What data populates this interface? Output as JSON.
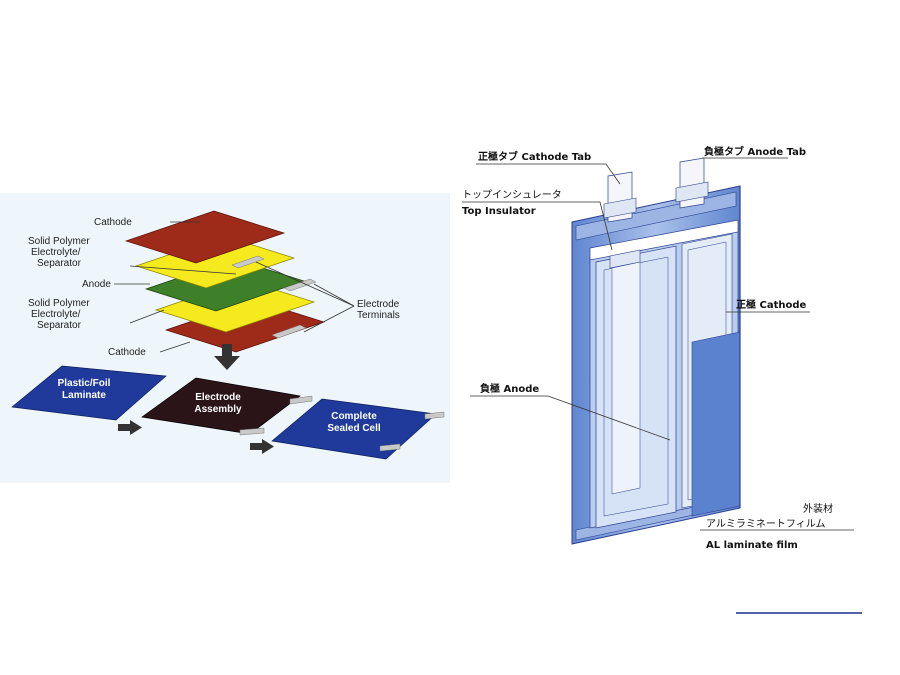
{
  "left": {
    "labels": {
      "cathode_top": "Cathode",
      "electrolyte_top": [
        "Solid Polymer",
        "Electrolyte/",
        "Separator"
      ],
      "anode": "Anode",
      "electrolyte_bottom": [
        "Solid Polymer",
        "Electrolyte/",
        "Separator"
      ],
      "cathode_bottom": "Cathode",
      "terminals": [
        "Electrode",
        "Terminals"
      ],
      "laminate": [
        "Plastic/Foil",
        "Laminate"
      ],
      "assembly": [
        "Electrode",
        "Assembly"
      ],
      "sealed": [
        "Complete",
        "Sealed Cell"
      ]
    },
    "colors": {
      "cathode": "#9e2a1a",
      "electrolyte": "#f4ea1e",
      "anode": "#3e7f2a",
      "laminate": "#1f3a9a",
      "assembly": "#2a1418",
      "arrow": "#333333",
      "background": "#eef6fb"
    }
  },
  "right": {
    "cathode_tab": "正極タブ Cathode Tab",
    "anode_tab": "負極タブ Anode Tab",
    "top_insulator_jp": "トップインシュレータ",
    "top_insulator_en": "Top Insulator",
    "cathode": "正極 Cathode",
    "anode": "負極 Anode",
    "film_jp_1": "外装材",
    "film_jp_2": "アルミラミネートフィルム",
    "film_en": "AL laminate film",
    "colors": {
      "cell_blue": "#8aa9dc",
      "cell_light": "#c9d8f0",
      "cell_dark": "#4f74c4",
      "line": "#2a3f8f"
    }
  }
}
